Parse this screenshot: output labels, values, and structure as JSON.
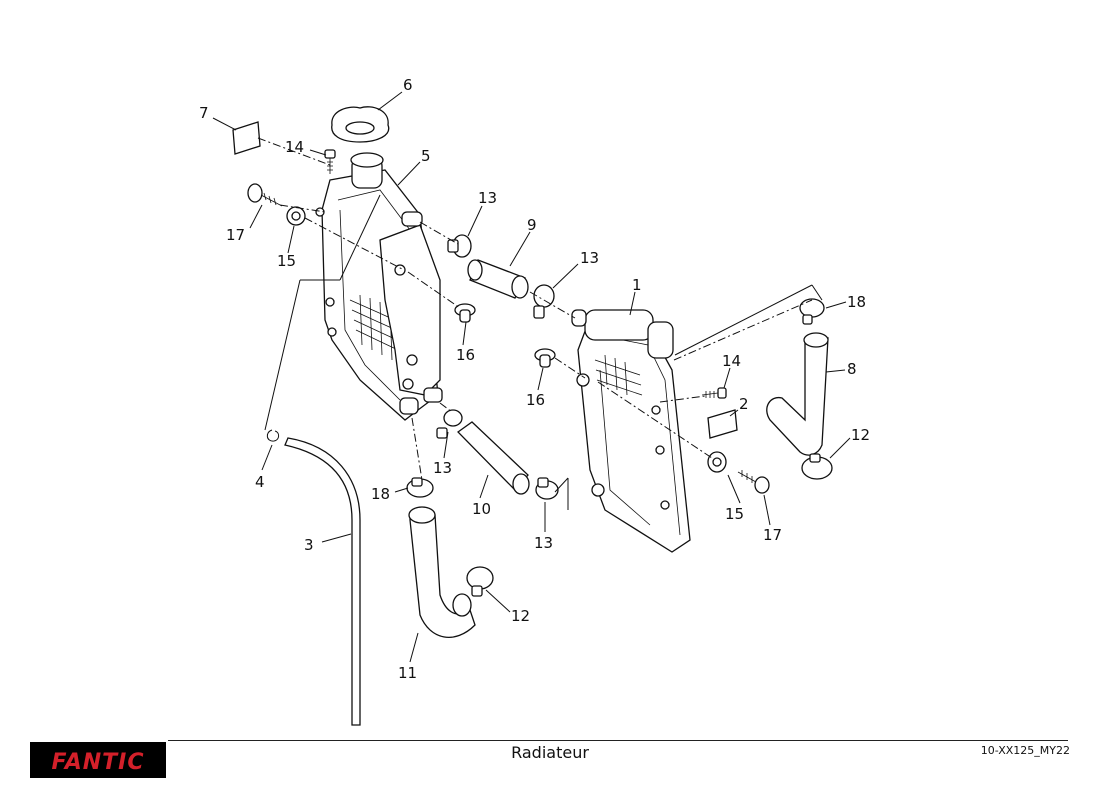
{
  "diagram": {
    "labels": [
      {
        "id": "l7",
        "text": "7"
      },
      {
        "id": "l6",
        "text": "6"
      },
      {
        "id": "l14a",
        "text": "14"
      },
      {
        "id": "l5",
        "text": "5"
      },
      {
        "id": "l17a",
        "text": "17"
      },
      {
        "id": "l15a",
        "text": "15"
      },
      {
        "id": "l13a",
        "text": "13"
      },
      {
        "id": "l9",
        "text": "9"
      },
      {
        "id": "l13b",
        "text": "13"
      },
      {
        "id": "l1",
        "text": "1"
      },
      {
        "id": "l18a",
        "text": "18"
      },
      {
        "id": "l16a",
        "text": "16"
      },
      {
        "id": "l14b",
        "text": "14"
      },
      {
        "id": "l8",
        "text": "8"
      },
      {
        "id": "l16b",
        "text": "16"
      },
      {
        "id": "l2",
        "text": "2"
      },
      {
        "id": "l12a",
        "text": "12"
      },
      {
        "id": "l4",
        "text": "4"
      },
      {
        "id": "l13c",
        "text": "13"
      },
      {
        "id": "l18b",
        "text": "18"
      },
      {
        "id": "l10",
        "text": "10"
      },
      {
        "id": "l15b",
        "text": "15"
      },
      {
        "id": "l13d",
        "text": "13"
      },
      {
        "id": "l17b",
        "text": "17"
      },
      {
        "id": "l3",
        "text": "3"
      },
      {
        "id": "l12b",
        "text": "12"
      },
      {
        "id": "l11",
        "text": "11"
      }
    ]
  },
  "footer": {
    "brand": "FANTIC",
    "title": "Radiateur",
    "code": "10-XX125_MY22"
  },
  "colors": {
    "brand_red": "#d4202a",
    "logo_bg": "#000000"
  }
}
